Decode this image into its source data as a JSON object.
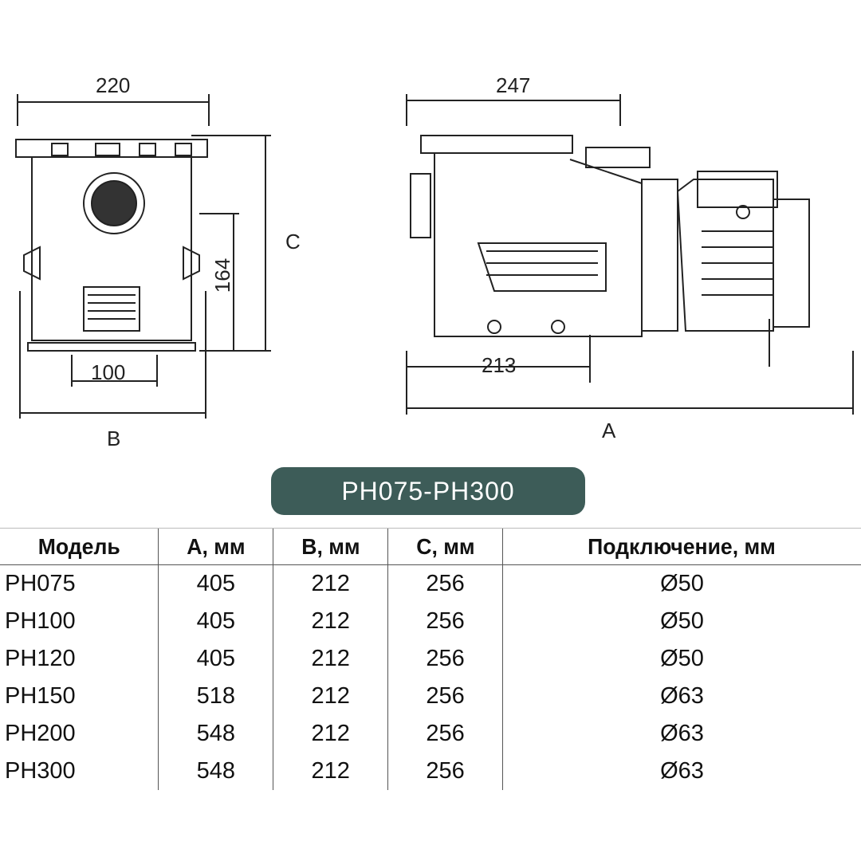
{
  "drawing": {
    "front_width": "220",
    "front_base": "100",
    "front_inlet_height": "164",
    "label_b": "B",
    "label_c": "C",
    "side_width": "247",
    "side_inlet": "213",
    "label_a": "A"
  },
  "badge": "PH075-PH300",
  "accent": "#3d5c58",
  "table": {
    "headers": [
      "Модель",
      "A, мм",
      "B, мм",
      "C, мм",
      "Подключение, мм"
    ],
    "rows": [
      [
        "PH075",
        "405",
        "212",
        "256",
        "Ø50"
      ],
      [
        "PH100",
        "405",
        "212",
        "256",
        "Ø50"
      ],
      [
        "PH120",
        "405",
        "212",
        "256",
        "Ø50"
      ],
      [
        "PH150",
        "518",
        "212",
        "256",
        "Ø63"
      ],
      [
        "PH200",
        "548",
        "212",
        "256",
        "Ø63"
      ],
      [
        "PH300",
        "548",
        "212",
        "256",
        "Ø63"
      ]
    ]
  }
}
